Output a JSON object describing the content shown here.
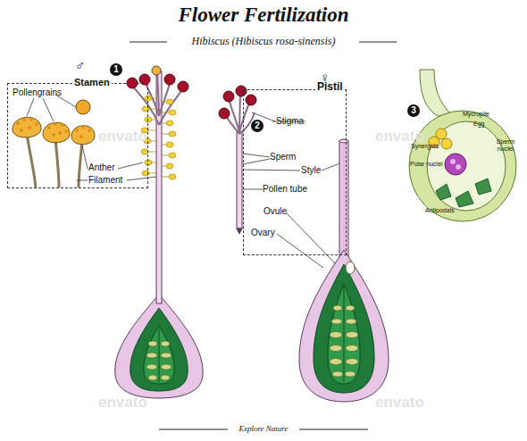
{
  "diagram": {
    "title": "Flower Fertilization",
    "caption": "Explore Nature",
    "nodes": [
      {
        "text": [
          "Stamen"
        ]
      },
      {
        "text": [
          "Pistil"
        ]
      }
    ],
    "labels": [
      "Hibiscus (Hibiscus rosa-sinensis)",
      "♂",
      "1",
      "♀",
      "Pollengrains",
      "2",
      "Stigma",
      "3",
      "Mycropile",
      "Egg",
      "Sperm",
      "Style",
      "Synergids",
      "Sperm nuclei",
      "Polar nuclei",
      "Anther",
      "Filament",
      "Pollen tube",
      "Antipodals",
      "Ovule",
      "Ovary",
      "envato",
      "envato",
      "envato",
      "envato"
    ]
  }
}
